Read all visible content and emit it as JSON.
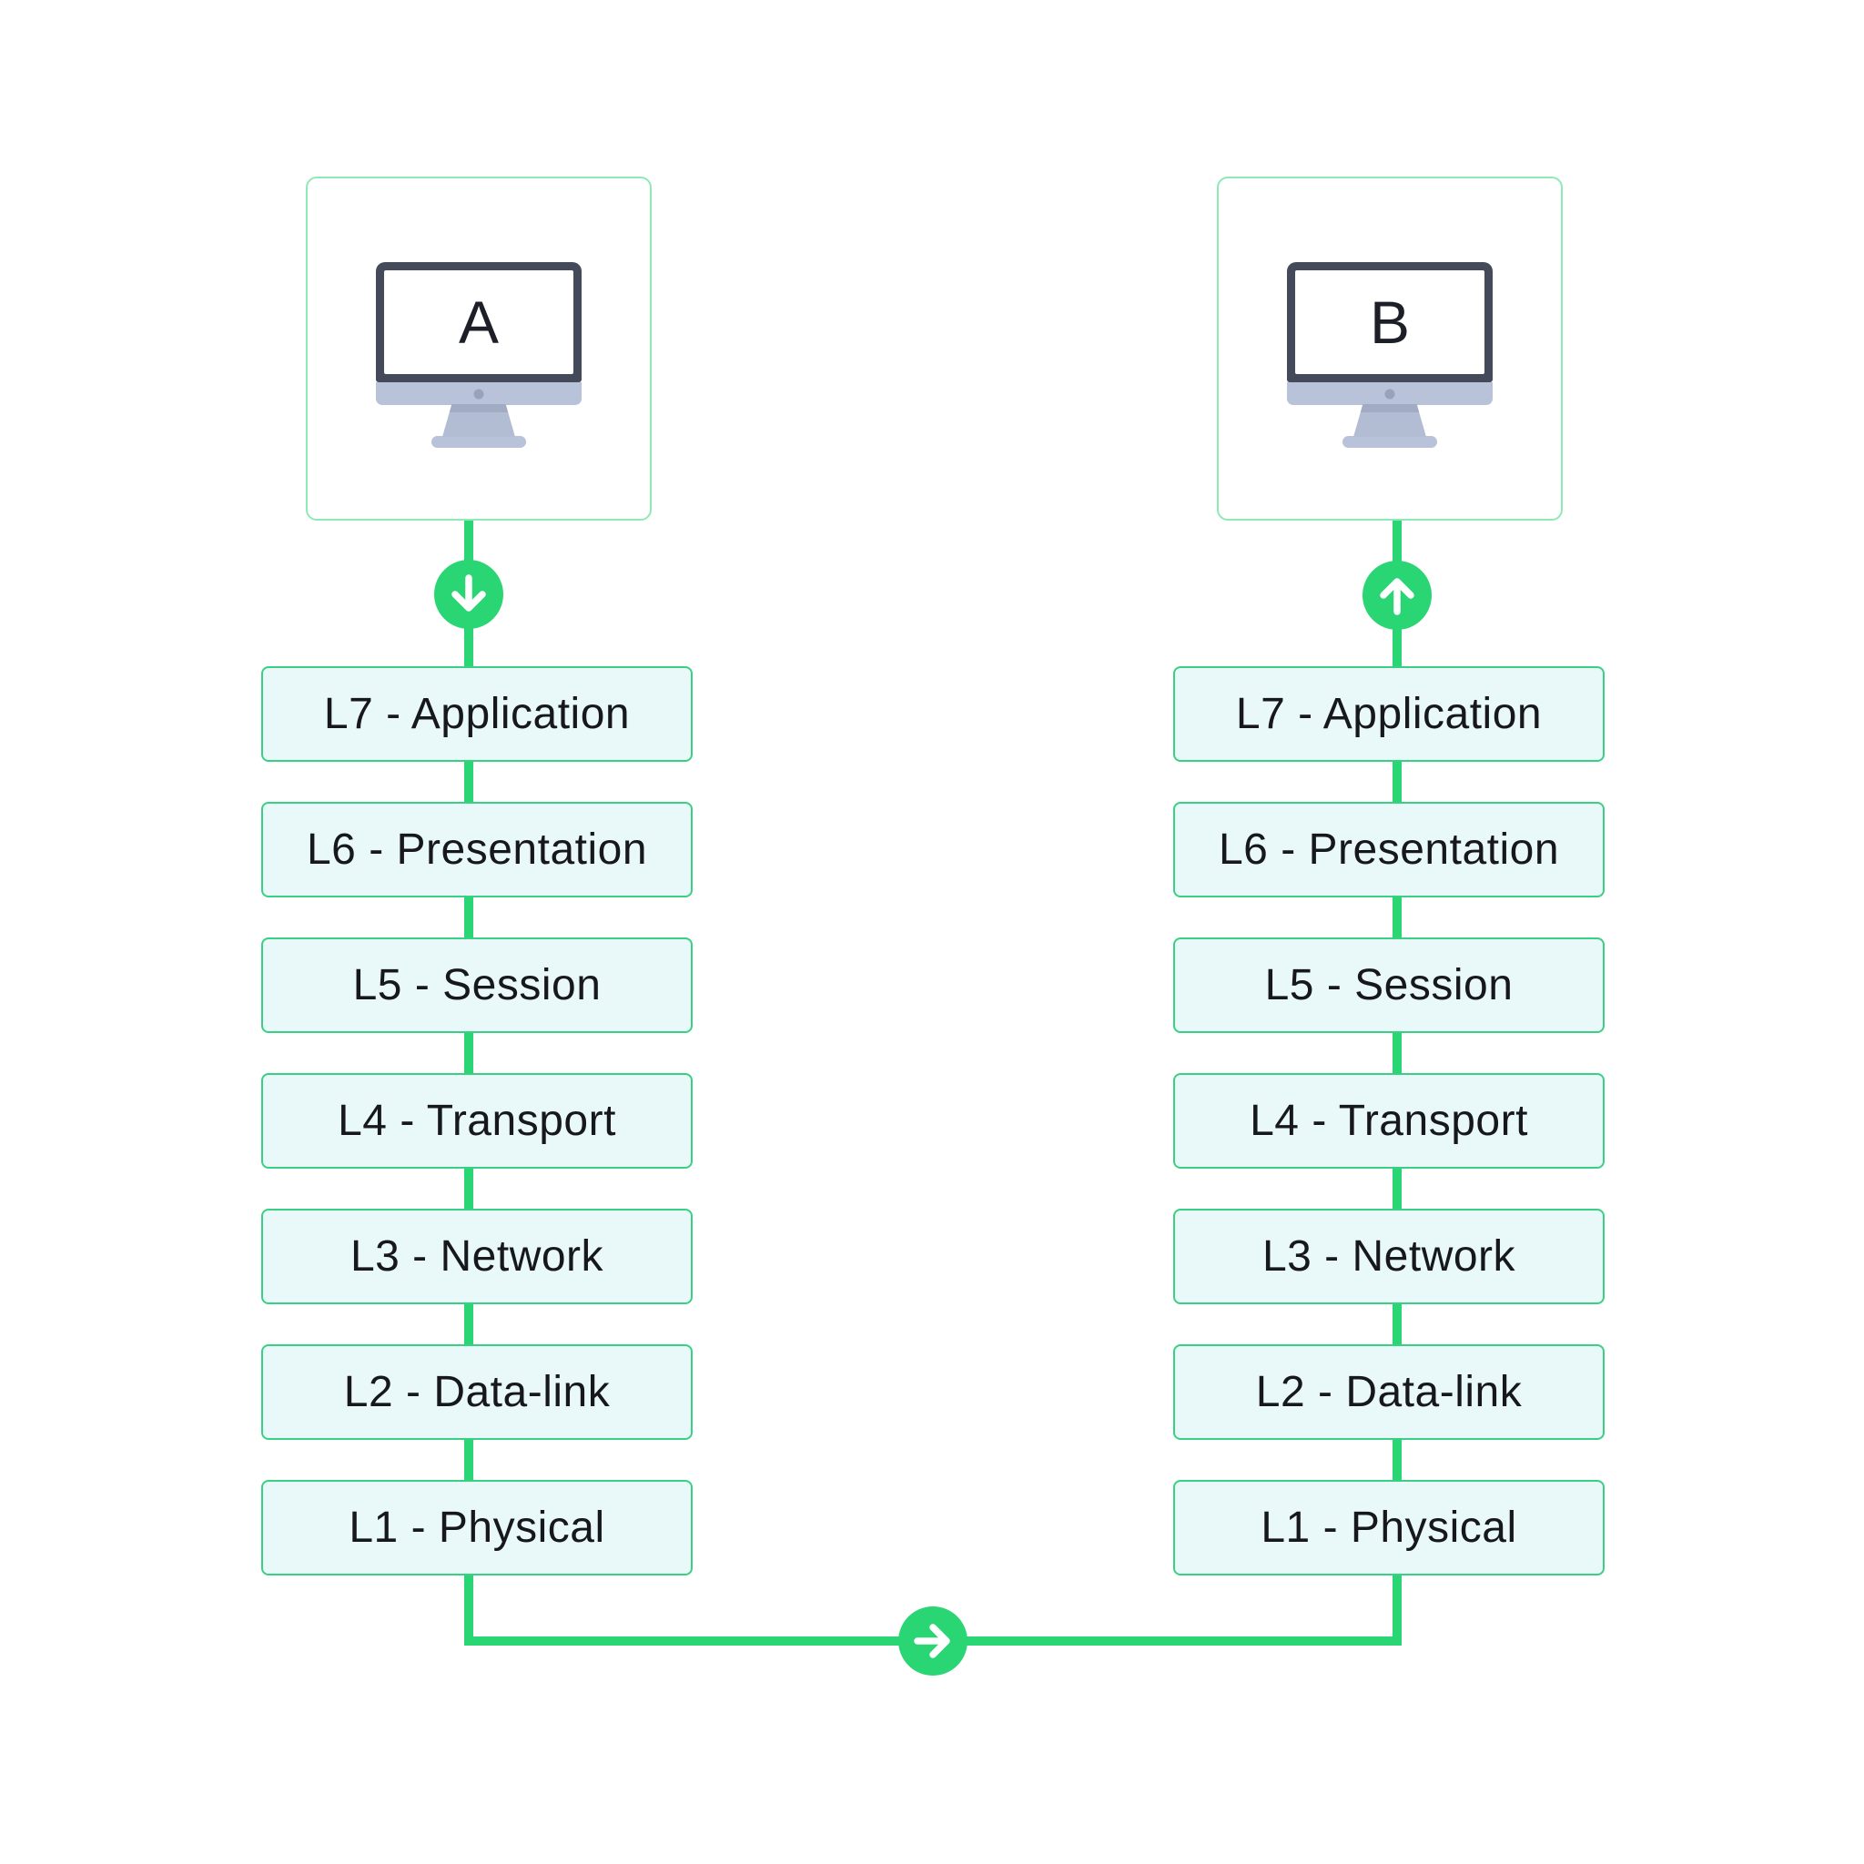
{
  "devices": {
    "a": {
      "label": "A"
    },
    "b": {
      "label": "B"
    }
  },
  "layers": [
    "L7 - Application",
    "L6 - Presentation",
    "L5 - Session",
    "L4 - Transport",
    "L3 - Network",
    "L2 - Data-link",
    "L1 - Physical"
  ],
  "icons": {
    "device": "imac-monitor-icon",
    "left_flow": "arrow-down-icon",
    "right_flow": "arrow-up-icon",
    "link": "arrow-right-icon"
  },
  "colors": {
    "connector_green": "#2ad574",
    "layer_box_border": "#39d083",
    "layer_box_fill": "#e9f8f8",
    "device_box_border": "#8deab7",
    "monitor_frame": "#444a5a",
    "monitor_chin": "#b8c2d8",
    "label_text": "#16181d"
  }
}
